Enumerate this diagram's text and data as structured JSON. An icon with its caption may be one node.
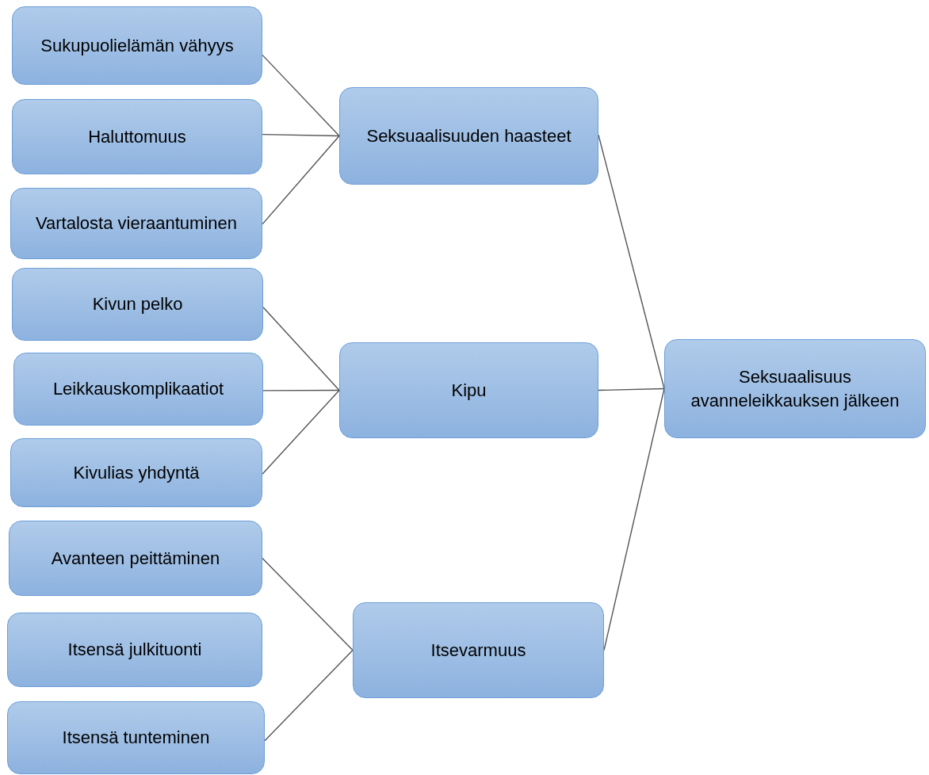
{
  "diagram": {
    "nodes": [
      {
        "text": [
          "Sukupuolielämän vähyys"
        ]
      },
      {
        "text": [
          "Haluttomuus"
        ]
      },
      {
        "text": [
          "Vartalosta vieraantuminen"
        ]
      },
      {
        "text": [
          "Kivun pelko"
        ]
      },
      {
        "text": [
          "Leikkauskomplikaatiot"
        ]
      },
      {
        "text": [
          "Kivulias yhdyntä"
        ]
      },
      {
        "text": [
          "Avanteen peittäminen"
        ]
      },
      {
        "text": [
          "Itsensä julkituonti"
        ]
      },
      {
        "text": [
          "Itsensä tunteminen"
        ]
      },
      {
        "text": [
          "Seksuaalisuuden haasteet"
        ]
      },
      {
        "text": [
          "Kipu"
        ]
      },
      {
        "text": [
          "Itsevarmuus"
        ]
      },
      {
        "text": [
          "Seksuaalisuus avanneleikkauksen jälkeen"
        ]
      }
    ],
    "edges": [
      {
        "from": 0,
        "to": 9,
        "arrow": "none"
      },
      {
        "from": 1,
        "to": 9,
        "arrow": "none"
      },
      {
        "from": 2,
        "to": 9,
        "arrow": "none"
      },
      {
        "from": 3,
        "to": 10,
        "arrow": "none"
      },
      {
        "from": 4,
        "to": 10,
        "arrow": "none"
      },
      {
        "from": 5,
        "to": 10,
        "arrow": "none"
      },
      {
        "from": 6,
        "to": 11,
        "arrow": "none"
      },
      {
        "from": 8,
        "to": 11,
        "arrow": "none"
      },
      {
        "from": 9,
        "to": 12,
        "arrow": "none"
      },
      {
        "from": 10,
        "to": 12,
        "arrow": "none"
      },
      {
        "from": 11,
        "to": 12,
        "arrow": "none"
      }
    ]
  }
}
